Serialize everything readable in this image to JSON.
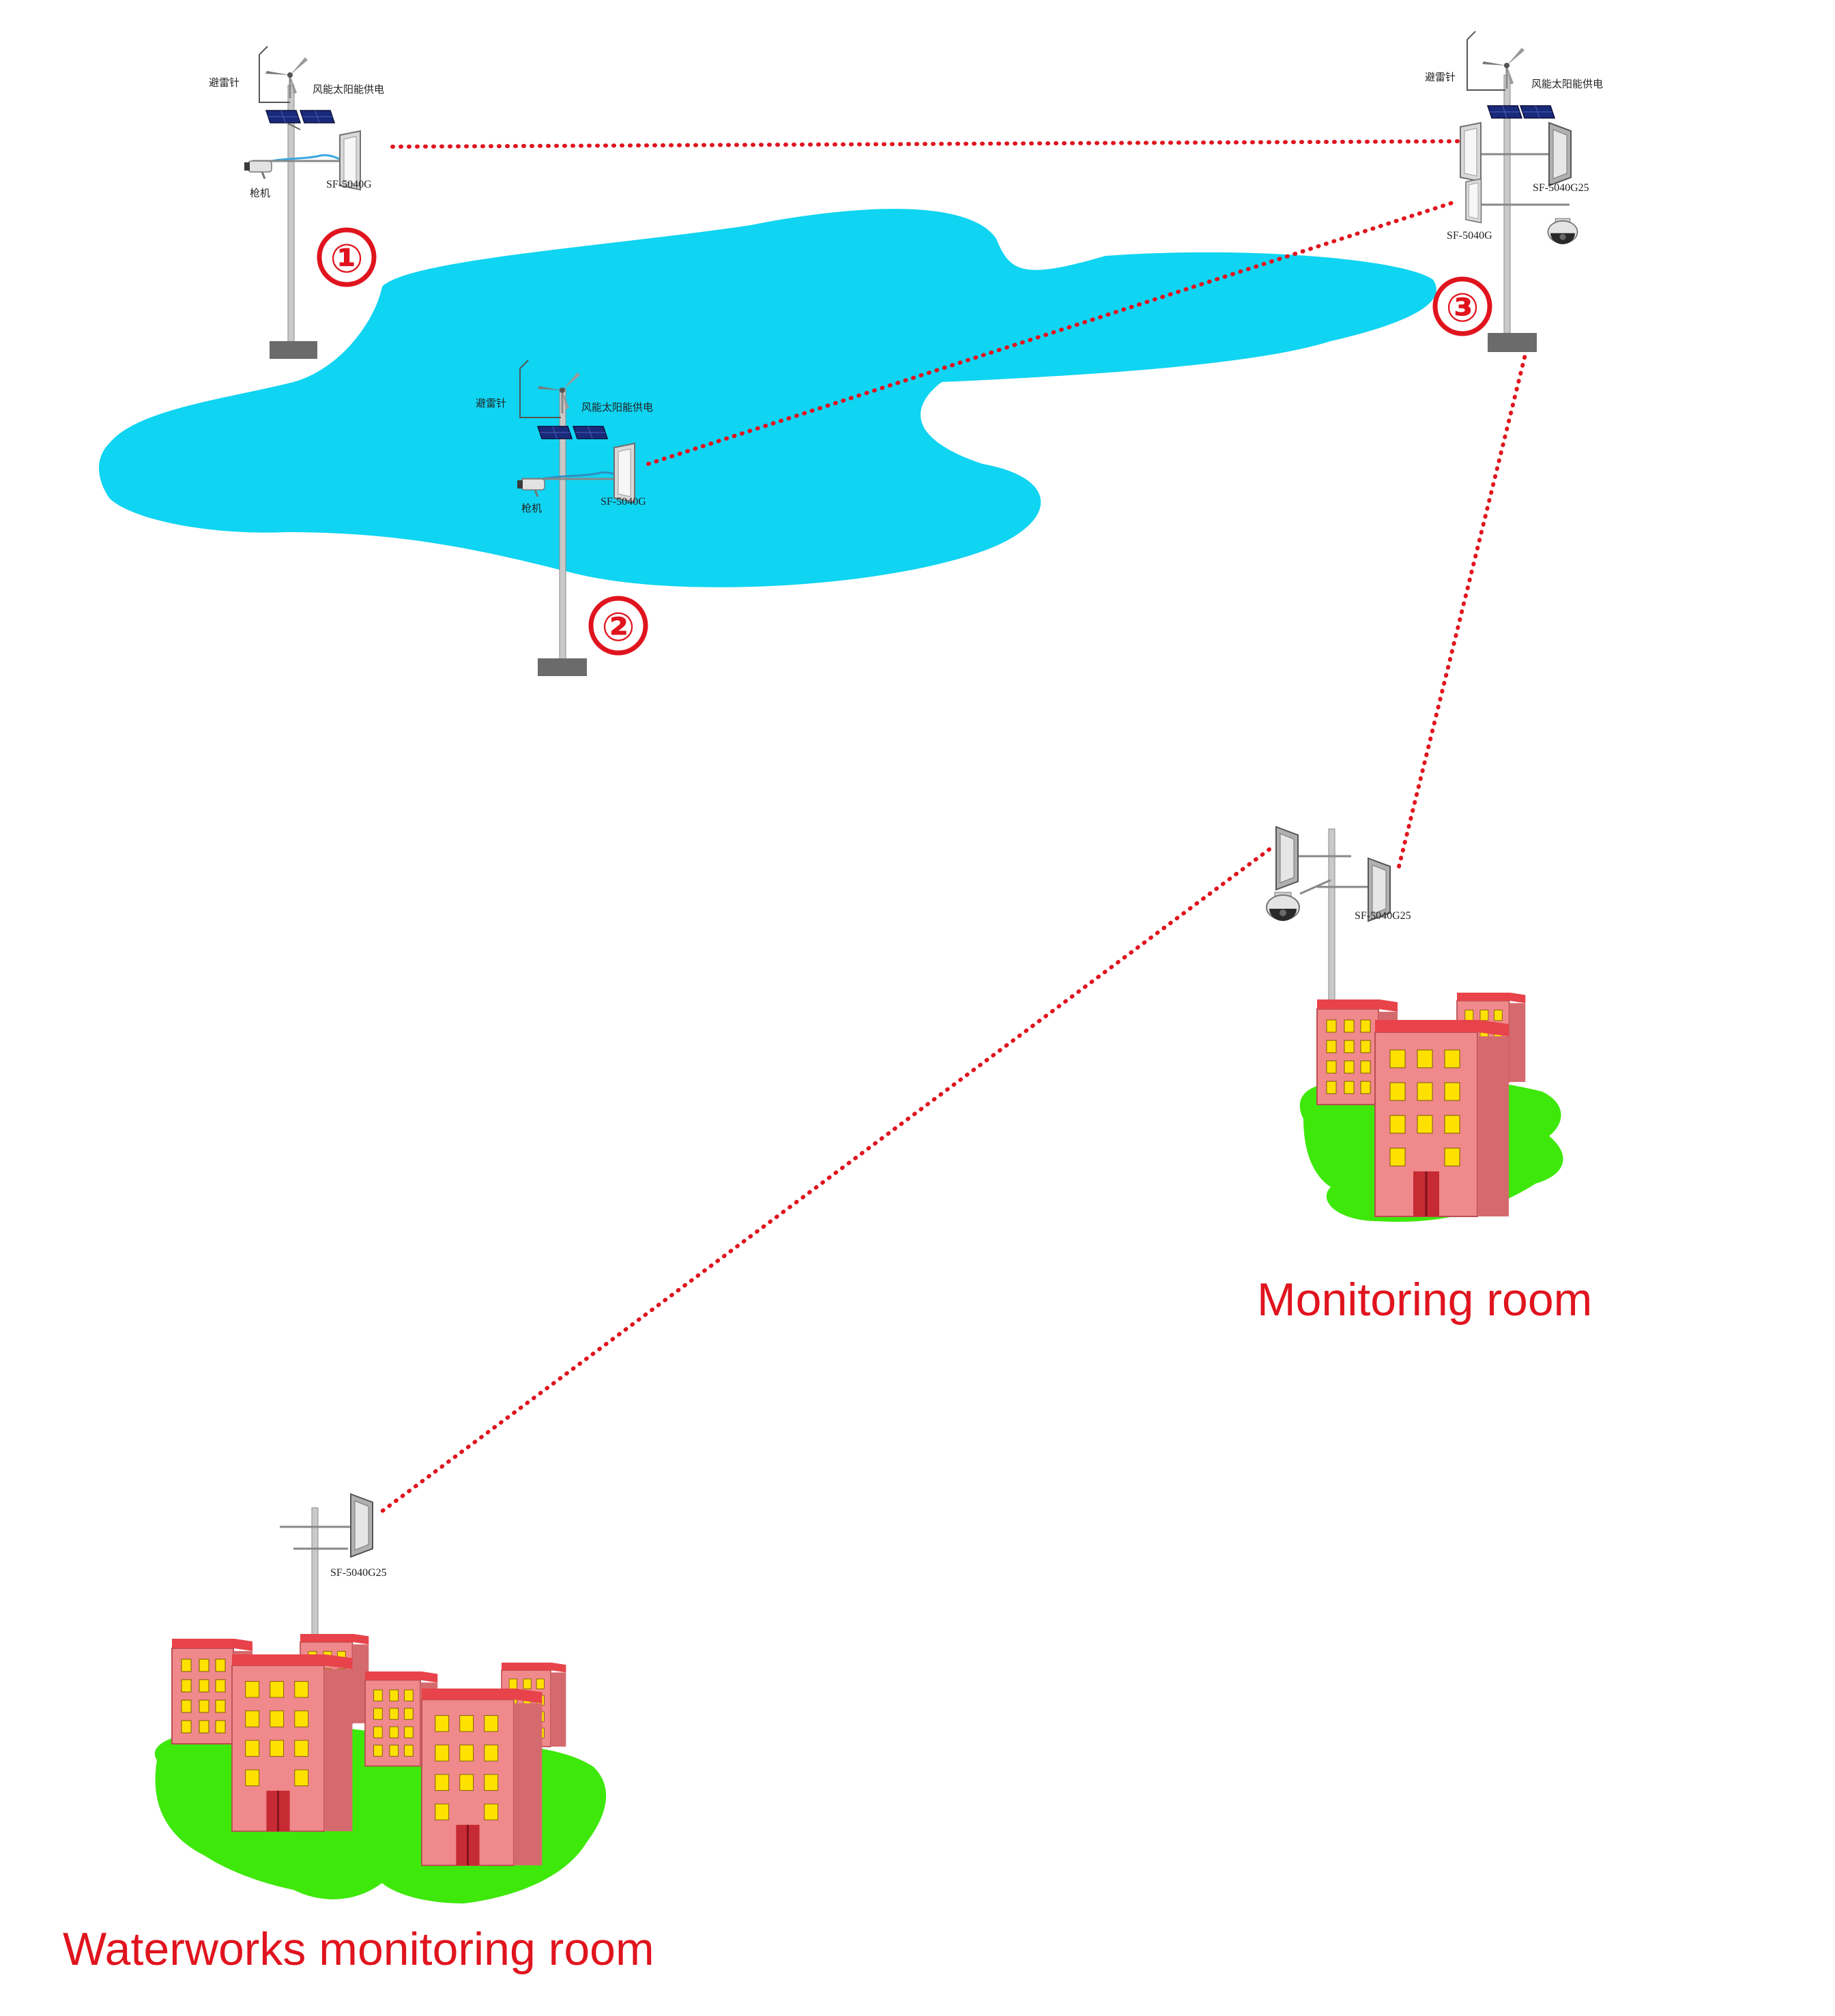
{
  "sites": {
    "site1": {
      "number": "①",
      "lightning_rod_label": "避雷针",
      "power_label": "风能太阳能供电",
      "camera_label": "枪机",
      "radio_model": "SF-5040G"
    },
    "site2": {
      "number": "②",
      "lightning_rod_label": "避雷针",
      "power_label": "风能太阳能供电",
      "camera_label": "枪机",
      "radio_model": "SF-5040G"
    },
    "site3": {
      "number": "③",
      "lightning_rod_label": "避雷针",
      "power_label": "风能太阳能供电",
      "radio_model_a": "SF-5040G25",
      "radio_model_b": "SF-5040G"
    },
    "monitoring_room": {
      "label": "Monitoring room",
      "radio_model": "SF-5040G25"
    },
    "waterworks_room": {
      "label": "Waterworks monitoring room",
      "radio_model": "SF-5040G25"
    }
  },
  "colors": {
    "water": "#0fd4f2",
    "link": "#e0141e",
    "building_wall": "#f0898b",
    "building_roof": "#e8434a",
    "window": "#ffe100",
    "grass": "#3ee80a"
  },
  "icons": [
    "lightning-rod-icon",
    "wind-turbine-icon",
    "solar-panel-icon",
    "radio-antenna-icon",
    "bullet-camera-icon",
    "dome-camera-icon",
    "building-icon"
  ]
}
